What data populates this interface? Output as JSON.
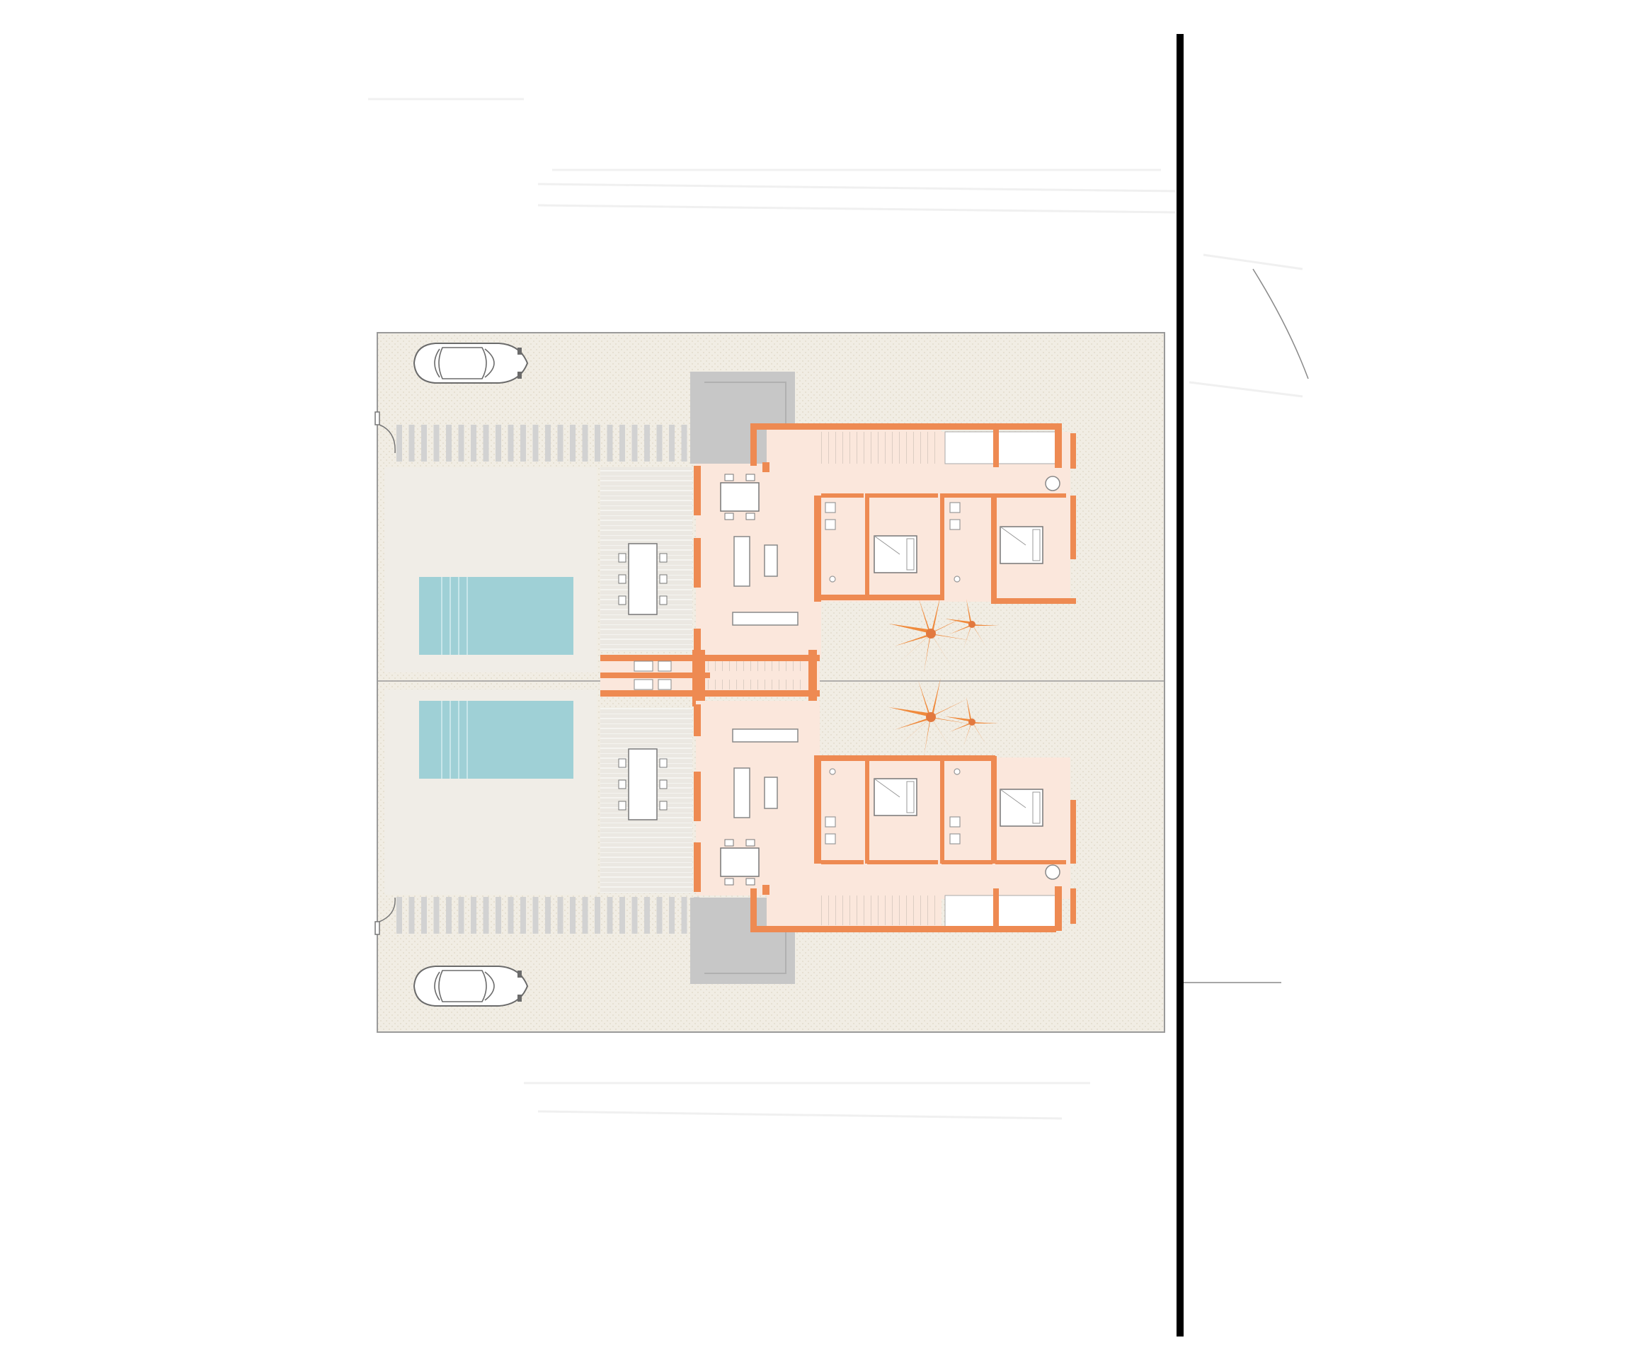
{
  "drawing": {
    "type": "architectural-floor-plan",
    "description_visible_text": []
  },
  "colors": {
    "background": "#ffffff",
    "site_fill": "#f1ede4",
    "site_dots": "#e3dccd",
    "paving": "#ebe8e2",
    "terrace_lines": "#ffffff",
    "interior": "#fbe7dc",
    "wall": "#ee8a52",
    "wall_dark": "#e2793f",
    "pool": "#9fd0d6",
    "pool_lines": "#c8e6ea",
    "ramp": "#c7c7c7",
    "stripes": "#d2d2d2",
    "palm": "#f08a3c",
    "line": "#9a9a9a",
    "boundary": "#000000"
  },
  "units": [
    {
      "id": "upper",
      "parking": "car-icon",
      "pool": "pool",
      "garden": "palm-icon"
    },
    {
      "id": "lower",
      "parking": "car-icon",
      "pool": "pool",
      "garden": "palm-icon"
    }
  ]
}
